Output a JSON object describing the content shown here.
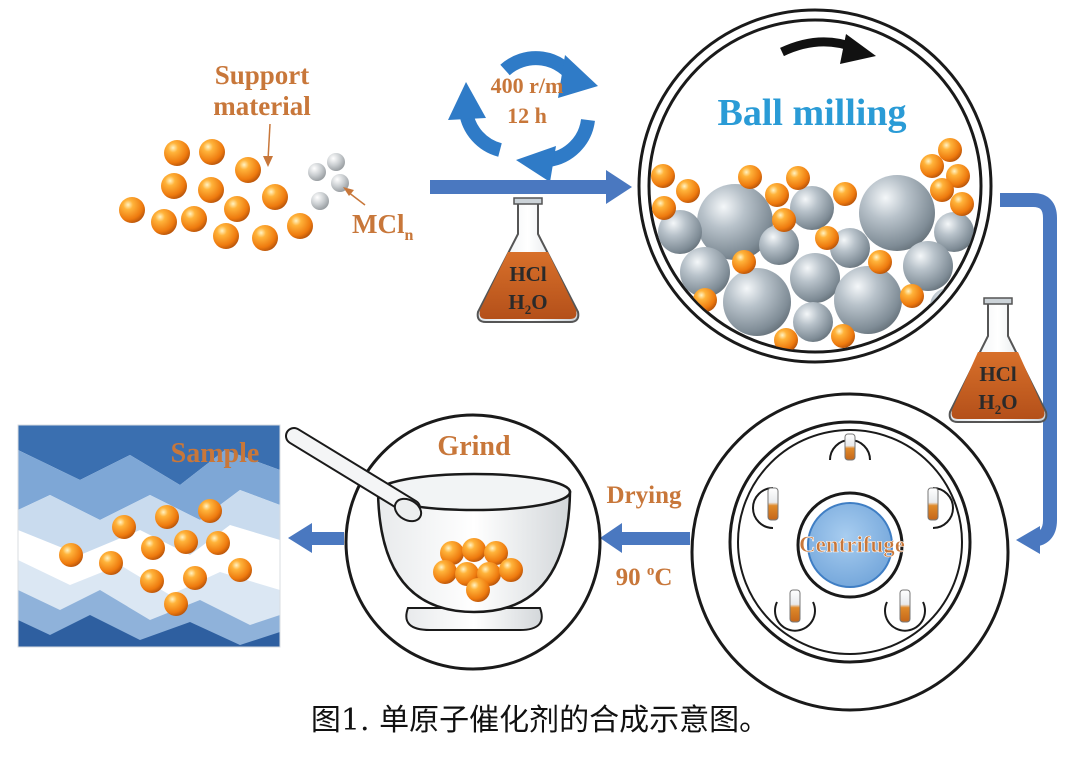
{
  "labels": {
    "support_material_line1": "Support",
    "support_material_line2": "material",
    "mcl_main": "MCl",
    "mcl_sub": "n",
    "speed": "400 r/m",
    "time": "12 h",
    "hcl": "HCl",
    "h2o_h": "H",
    "h2o_sub": "2",
    "h2o_o": "O",
    "ball_milling": "Ball milling",
    "centrifuge": "Centrifuge",
    "drying": "Drying",
    "temperature_value": "90 ",
    "temperature_deg": "o",
    "temperature_unit": "C",
    "grind": "Grind",
    "sample": "Sample"
  },
  "caption": "图1. 单原子催化剂的合成示意图。",
  "colors": {
    "arrow_blue": "#4a78c0",
    "particle_orange": "#f08c1e",
    "label_orange": "#c8773a",
    "label_blue": "#2a9bd6",
    "liquid": "#c8601c",
    "grey_ball": "#98a4ad"
  }
}
